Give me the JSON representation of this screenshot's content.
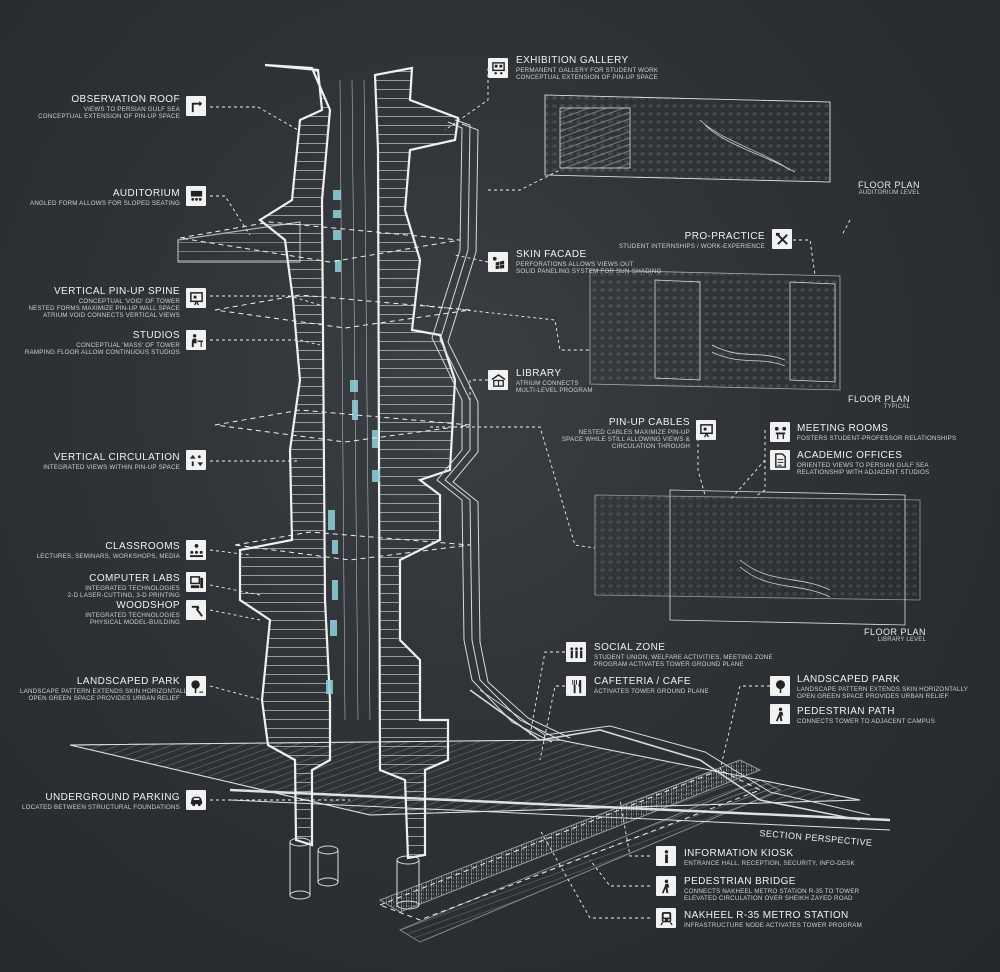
{
  "left_labels": [
    {
      "title": "OBSERVATION ROOF",
      "lines": [
        "VIEWS TO PERSIAN GULF SEA",
        "CONCEPTUAL EXTENSION OF PIN-UP SPACE"
      ],
      "icon": "observation-roof-icon"
    },
    {
      "title": "AUDITORIUM",
      "lines": [
        "ANGLED FORM ALLOWS FOR SLOPED SEATING"
      ],
      "icon": "auditorium-icon"
    },
    {
      "title": "VERTICAL PIN-UP SPINE",
      "lines": [
        "CONCEPTUAL 'VOID' OF TOWER",
        "NESTED FORMS MAXIMIZE PIN-UP WALL SPACE",
        "ATRIUM VOID CONNECTS VERTICAL VIEWS"
      ],
      "icon": "pin-up-board-icon"
    },
    {
      "title": "STUDIOS",
      "lines": [
        "CONCEPTUAL 'MASS' OF TOWER",
        "RAMPING FLOOR ALLOW CONTINUOUS STUDIOS"
      ],
      "icon": "studio-desk-icon"
    },
    {
      "title": "VERTICAL CIRCULATION",
      "lines": [
        "INTEGRATED VIEWS WITHIN PIN-UP SPACE"
      ],
      "icon": "elevator-icon"
    },
    {
      "title": "CLASSROOMS",
      "lines": [
        "LECTURES, SEMINARS, WORKSHOPS, MEDIA"
      ],
      "icon": "classroom-icon"
    },
    {
      "title": "COMPUTER LABS",
      "lines": [
        "INTEGRATED TECHNOLOGIES",
        "2-D LASER-CUTTING, 3-D PRINTING"
      ],
      "icon": "computer-icon"
    },
    {
      "title": "WOODSHOP",
      "lines": [
        "INTEGRATED TECHNOLOGIES",
        "PHYSICAL MODEL-BUILDING"
      ],
      "icon": "hammer-icon"
    },
    {
      "title": "LANDSCAPED PARK",
      "lines": [
        "LANDSCAPE PATTERN EXTENDS SKIN HORIZONTALLY",
        "OPEN GREEN SPACE PROVIDES URBAN RELIEF"
      ],
      "icon": "tree-icon"
    },
    {
      "title": "UNDERGROUND PARKING",
      "lines": [
        "LOCATED BETWEEN STRUCTURAL FOUNDATIONS"
      ],
      "icon": "car-icon"
    }
  ],
  "right_labels": [
    {
      "title": "EXHIBITION GALLERY",
      "lines": [
        "PERMANENT GALLERY FOR STUDENT WORK",
        "CONCEPTUAL EXTENSION OF PIN-UP SPACE"
      ],
      "icon": "gallery-icon"
    },
    {
      "title": "SKIN FACADE",
      "lines": [
        "PERFORATIONS ALLOWS VIEWS OUT",
        "SOLID PANELING SYSTEM FOR SUN-SHADING"
      ],
      "icon": "solar-panel-icon"
    },
    {
      "title": "LIBRARY",
      "lines": [
        "ATRIUM CONNECTS",
        "MULTI-LEVEL PROGRAM"
      ],
      "icon": "library-icon"
    },
    {
      "title": "PRO-PRACTICE",
      "lines": [
        "STUDENT INTERNSHIPS / WORK-EXPERIENCE"
      ],
      "icon": "tools-icon"
    },
    {
      "title": "PIN-UP CABLES",
      "lines": [
        "NESTED CABLES MAXIMIZE PIN-UP",
        "SPACE WHILE STILL ALLOWING VIEWS &",
        "CIRCULATION THROUGH"
      ],
      "icon": "pin-up-board-icon"
    },
    {
      "title": "MEETING ROOMS",
      "lines": [
        "FOSTERS STUDENT-PROFESSOR RELATIONSHIPS"
      ],
      "icon": "meeting-icon"
    },
    {
      "title": "ACADEMIC OFFICES",
      "lines": [
        "ORIENTED VIEWS TO PERSIAN GULF SEA",
        "RELATIONSHIP WITH ADJACENT STUDIOS"
      ],
      "icon": "document-icon"
    },
    {
      "title": "SOCIAL ZONE",
      "lines": [
        "STUDENT UNION, WELFARE ACTIVITIES, MEETING ZONE",
        "PROGRAM ACTIVATES TOWER GROUND PLANE"
      ],
      "icon": "people-icon"
    },
    {
      "title": "CAFETERIA / CAFE",
      "lines": [
        "ACTIVATES TOWER GROUND PLANE"
      ],
      "icon": "fork-knife-icon"
    },
    {
      "title": "LANDSCAPED PARK",
      "lines": [
        "LANDSCAPE PATTERN EXTENDS SKIN HORIZONTALLY",
        "OPEN GREEN SPACE PROVIDES URBAN RELIEF"
      ],
      "icon": "tree-icon"
    },
    {
      "title": "PEDESTRIAN PATH",
      "lines": [
        "CONNECTS TOWER TO ADJACENT CAMPUS"
      ],
      "icon": "walker-icon"
    },
    {
      "title": "INFORMATION KIOSK",
      "lines": [
        "ENTRANCE HALL, RECEPTION, SECURITY, INFO-DESK"
      ],
      "icon": "info-icon"
    },
    {
      "title": "PEDESTRIAN BRIDGE",
      "lines": [
        "CONNECTS NAKHEEL METRO STATION R-35 TO TOWER",
        "ELEVATED CIRCULATION OVER SHEIKH ZAYED ROAD"
      ],
      "icon": "walker-icon"
    },
    {
      "title": "NAKHEEL R-35 METRO STATION",
      "lines": [
        "INFRASTRUCTURE NODE ACTIVATES TOWER PROGRAM"
      ],
      "icon": "train-icon"
    }
  ],
  "plans": [
    {
      "title": "FLOOR PLAN",
      "subtitle": "AUDITORIUM LEVEL"
    },
    {
      "title": "FLOOR PLAN",
      "subtitle": "TYPICAL"
    },
    {
      "title": "FLOOR PLAN",
      "subtitle": "LIBRARY LEVEL"
    }
  ],
  "section_label": "SECTION PERSPECTIVE",
  "colors": {
    "background": "#2e3236",
    "line": "#e6e6e6",
    "glass": "#8fd3dc"
  }
}
